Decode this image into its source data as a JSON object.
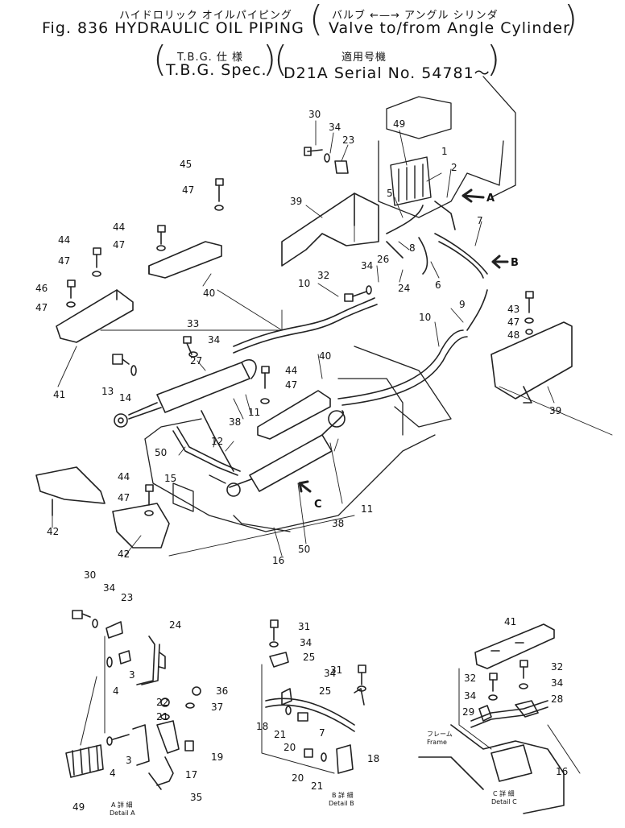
{
  "header": {
    "jp_title": "ハイドロリック オイルパイピング",
    "en_title": "Fig. 836 HYDRAULIC OIL PIPING",
    "jp_sub": "バルブ ←—→ アングル シリンダ",
    "en_sub": "Valve to/from Angle Cylinder",
    "tbg_jp": "T.B.G. 仕 様",
    "tbg_en": "T.B.G. Spec.",
    "serial_jp": "適用号機",
    "serial_en": "D21A Serial No. 54781～"
  },
  "view_labels": {
    "a": "A",
    "b": "B",
    "c": "C"
  },
  "details": {
    "a_jp": "A 詳 細",
    "a_en": "Detail A",
    "b_jp": "B 詳 細",
    "b_en": "Detail B",
    "c_jp": "C 詳 細",
    "c_en": "Detail C",
    "frame_jp": "フレーム",
    "frame_en": "Frame"
  },
  "main_callouts": [
    {
      "n": "30"
    },
    {
      "n": "34"
    },
    {
      "n": "23"
    },
    {
      "n": "49"
    },
    {
      "n": "1"
    },
    {
      "n": "2"
    },
    {
      "n": "5"
    },
    {
      "n": "7"
    },
    {
      "n": "39"
    },
    {
      "n": "8"
    },
    {
      "n": "45"
    },
    {
      "n": "47"
    },
    {
      "n": "44"
    },
    {
      "n": "47"
    },
    {
      "n": "44"
    },
    {
      "n": "47"
    },
    {
      "n": "46"
    },
    {
      "n": "47"
    },
    {
      "n": "40"
    },
    {
      "n": "32"
    },
    {
      "n": "34"
    },
    {
      "n": "26"
    },
    {
      "n": "24"
    },
    {
      "n": "6"
    },
    {
      "n": "10"
    },
    {
      "n": "9"
    },
    {
      "n": "43"
    },
    {
      "n": "47"
    },
    {
      "n": "48"
    },
    {
      "n": "10"
    },
    {
      "n": "33"
    },
    {
      "n": "34"
    },
    {
      "n": "27"
    },
    {
      "n": "41"
    },
    {
      "n": "13"
    },
    {
      "n": "14"
    },
    {
      "n": "44"
    },
    {
      "n": "47"
    },
    {
      "n": "40"
    },
    {
      "n": "11"
    },
    {
      "n": "38"
    },
    {
      "n": "39"
    },
    {
      "n": "50"
    },
    {
      "n": "12"
    },
    {
      "n": "15"
    },
    {
      "n": "44"
    },
    {
      "n": "47"
    },
    {
      "n": "42"
    },
    {
      "n": "42"
    },
    {
      "n": "16"
    },
    {
      "n": "50"
    },
    {
      "n": "38"
    },
    {
      "n": "11"
    }
  ],
  "detail_a_callouts": [
    {
      "n": "30"
    },
    {
      "n": "34"
    },
    {
      "n": "23"
    },
    {
      "n": "24"
    },
    {
      "n": "3"
    },
    {
      "n": "4"
    },
    {
      "n": "22"
    },
    {
      "n": "21"
    },
    {
      "n": "36"
    },
    {
      "n": "37"
    },
    {
      "n": "19"
    },
    {
      "n": "3"
    },
    {
      "n": "4"
    },
    {
      "n": "17"
    },
    {
      "n": "35"
    },
    {
      "n": "49"
    }
  ],
  "detail_b_callouts": [
    {
      "n": "31"
    },
    {
      "n": "34"
    },
    {
      "n": "25"
    },
    {
      "n": "31"
    },
    {
      "n": "34"
    },
    {
      "n": "25"
    },
    {
      "n": "18"
    },
    {
      "n": "21"
    },
    {
      "n": "20"
    },
    {
      "n": "7"
    },
    {
      "n": "20"
    },
    {
      "n": "21"
    },
    {
      "n": "18"
    }
  ],
  "detail_c_callouts": [
    {
      "n": "41"
    },
    {
      "n": "32"
    },
    {
      "n": "32"
    },
    {
      "n": "34"
    },
    {
      "n": "34"
    },
    {
      "n": "28"
    },
    {
      "n": "29"
    },
    {
      "n": "16"
    }
  ]
}
